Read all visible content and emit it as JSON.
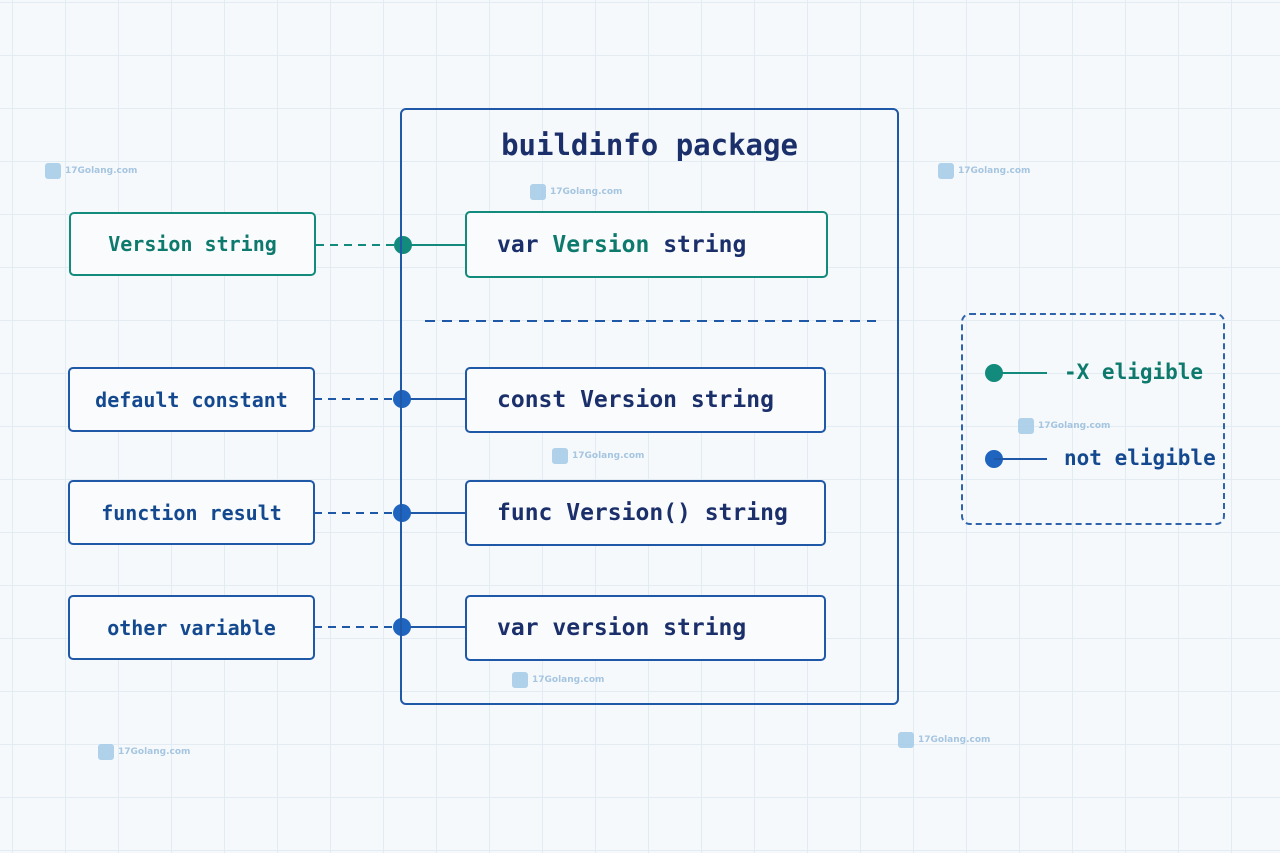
{
  "package": {
    "title": "buildinfo package"
  },
  "left_labels": {
    "version_string": "Version string",
    "default_constant": "default constant",
    "function_result": "function result",
    "other_variable": "other variable"
  },
  "code_entries": {
    "var_version_keyword": "var",
    "var_version_name": "Version",
    "var_version_type": "string",
    "const_version": "const Version string",
    "func_version": "func Version() string",
    "var_lower_version": "var version string"
  },
  "legend": {
    "eligible": "-X eligible",
    "not_eligible": "not eligible"
  },
  "watermark": "17Golang.com",
  "colors": {
    "teal": "#128a7c",
    "blue": "#1f58a6",
    "background": "#f6f9fc"
  }
}
